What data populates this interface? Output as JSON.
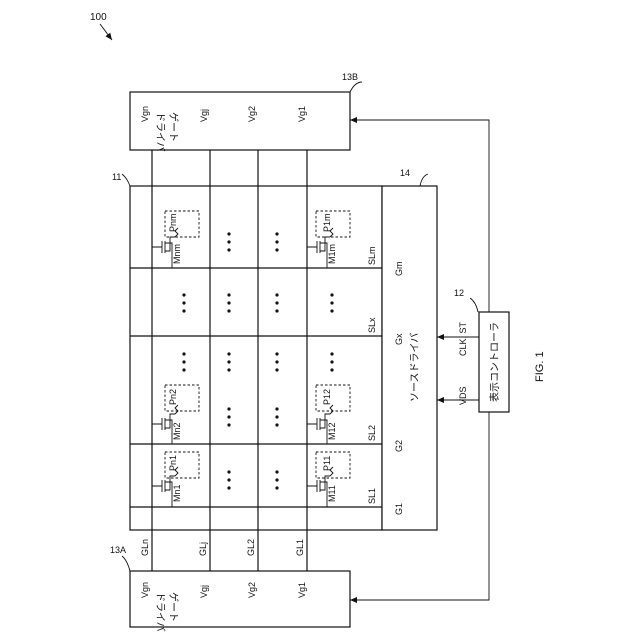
{
  "figure": {
    "ref_device": "100",
    "caption": "FIG. 1"
  },
  "gate_driver_top": {
    "ref": "13B",
    "name_line1": "ゲート",
    "name_line2": "ドライバ",
    "outputs": [
      "Vgn",
      "Vgj",
      "Vg2",
      "Vg1"
    ]
  },
  "gate_driver_bottom": {
    "ref": "13A",
    "name_line1": "ゲート",
    "name_line2": "ドライバ",
    "outputs": [
      "Vgn",
      "Vgj",
      "Vg2",
      "Vg1"
    ]
  },
  "panel": {
    "ref": "11",
    "gate_lines": [
      "GLn",
      "GLj",
      "GL2",
      "GL1"
    ],
    "source_lines": [
      "SL1",
      "SL2",
      "SLx",
      "SLm"
    ],
    "pixels_top_row": [
      "Pn1",
      "Pn2",
      "Pnm"
    ],
    "pixels_bottom_row": [
      "P11",
      "P12",
      "P1m"
    ],
    "transistors_top_row": [
      "Mn1",
      "Mn2",
      "Mnm"
    ],
    "transistors_bottom_row": [
      "M11",
      "M12",
      "M1m"
    ]
  },
  "source_driver": {
    "ref": "14",
    "name": "ソースドライバ",
    "outputs": [
      "G1",
      "G2",
      "Gx",
      "Gm"
    ]
  },
  "controller": {
    "ref": "12",
    "name": "表示コントローラ",
    "signal_vds": "VDS",
    "signal_clk": "CLK, ST"
  }
}
